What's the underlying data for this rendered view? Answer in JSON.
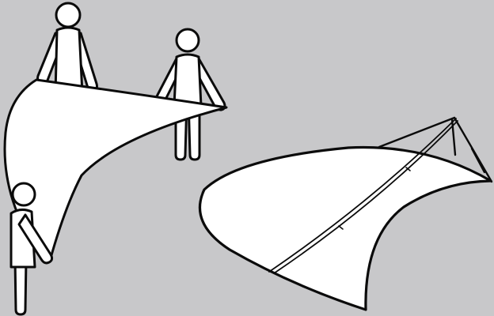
{
  "figure": {
    "panels": [
      {
        "id": "left",
        "figures": [
          {
            "name": "person-back-left"
          },
          {
            "name": "person-back-right"
          },
          {
            "name": "person-front-left"
          }
        ],
        "object": "fabric-sheet"
      },
      {
        "id": "right",
        "object": "tent-shelter",
        "parts": [
          "tent-canopy",
          "tent-pole-frame",
          "tent-ridge-pole"
        ]
      }
    ],
    "colors": {
      "background": "#c8c8ca",
      "fill": "#ffffff",
      "stroke": "#0b0b0b"
    }
  }
}
